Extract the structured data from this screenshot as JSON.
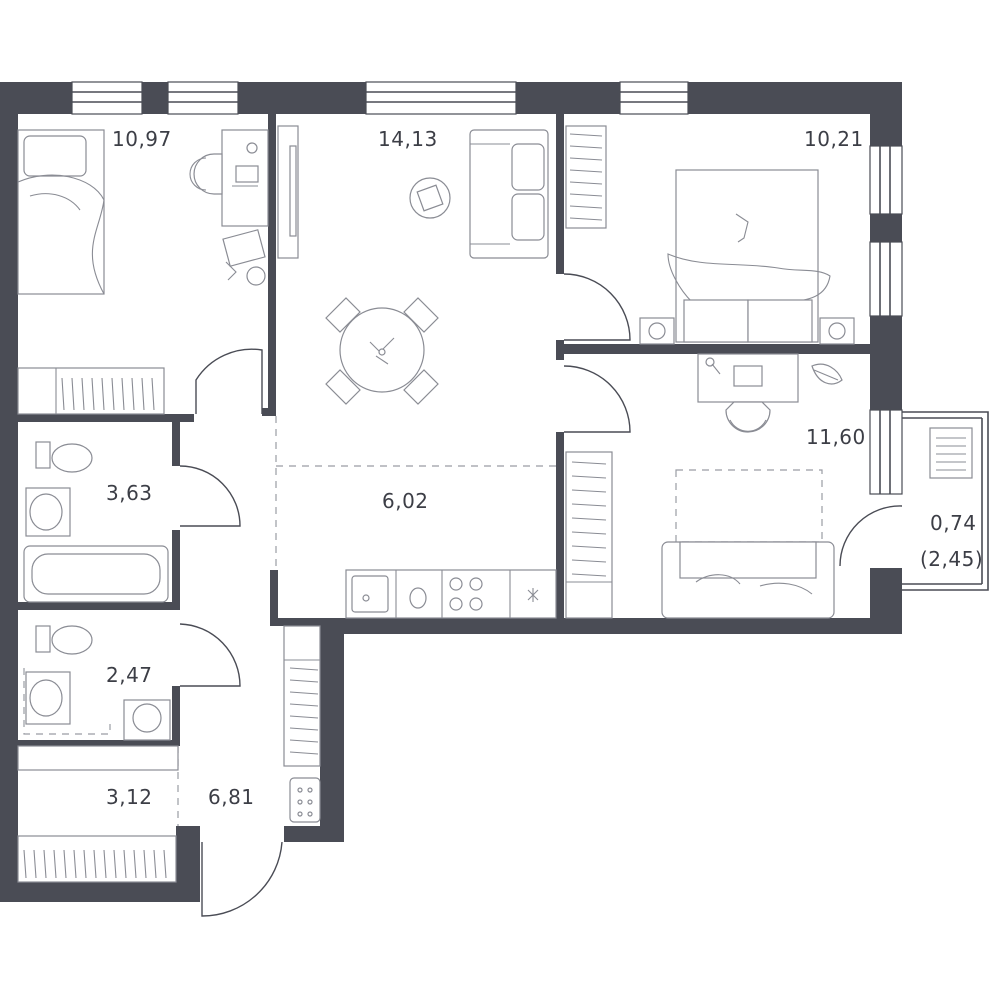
{
  "rooms": [
    {
      "id": "bedroom-left",
      "area": "10,97"
    },
    {
      "id": "living-room",
      "area": "14,13"
    },
    {
      "id": "bedroom-top-right",
      "area": "10,21"
    },
    {
      "id": "bedroom-bottom-right",
      "area": "11,60"
    },
    {
      "id": "kitchen",
      "area": "6,02"
    },
    {
      "id": "bathroom",
      "area": "3,63"
    },
    {
      "id": "toilet",
      "area": "2,47"
    },
    {
      "id": "storage",
      "area": "3,12"
    },
    {
      "id": "hallway",
      "area": "6,81"
    },
    {
      "id": "balcony",
      "area": "0,74",
      "area_full": "(2,45)"
    }
  ],
  "colors": {
    "wall": "#4a4c55",
    "furniture": "#8a8c94",
    "background": "#ffffff"
  }
}
